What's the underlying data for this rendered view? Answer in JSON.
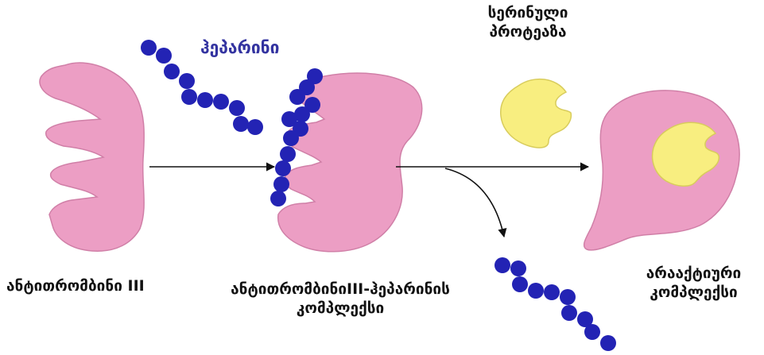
{
  "colors": {
    "protein": "#ec9ec4",
    "protein_stroke": "#d07fa7",
    "heparin": "#2323b4",
    "heparin_label": "#3333a0",
    "protease": "#f8ee80",
    "protease_stroke": "#d8cc5c",
    "arrow": "#111111",
    "text": "#111111"
  },
  "labels": {
    "heparin": "ჰეპარინი",
    "serine_protease_line1": "სერინული",
    "serine_protease_line2": "პროტეაზა",
    "antithrombin": "ანტითრომბინი III",
    "complex_line1": "ანტითრომბინიIII-ჰეპარინის",
    "complex_line2": "კომპლექსი",
    "inactive_line1": "არააქტიური",
    "inactive_line2": "კომპლექსი"
  }
}
